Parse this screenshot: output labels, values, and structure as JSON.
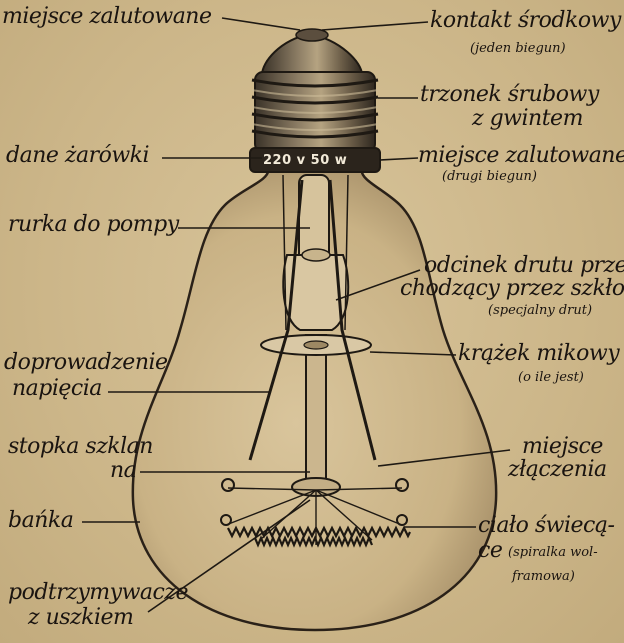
{
  "diagram": {
    "bulb_rating": "220 v 50 w",
    "labels": {
      "solder_top": "miejsce zalutowane",
      "center_contact": "kontakt środkowy",
      "center_contact_note": "(jeden biegun)",
      "screw_base_1": "trzonek śrubowy",
      "screw_base_2": "z gwintem",
      "bulb_data": "dane żarówki",
      "solder_side": "miejsce zalutowane",
      "solder_side_note": "(drugi biegun)",
      "pump_tube": "rurka do pompy",
      "wire_1": "odcinek drutu prze-",
      "wire_2": "chodzący przez szkło",
      "wire_note": "(specjalny drut)",
      "mica_disc": "krążek mikowy",
      "mica_note": "(o ile jest)",
      "supply_1": "doprowadzenie",
      "supply_2": "napięcia",
      "junction_1": "miejsce",
      "junction_2": "złączenia",
      "glass_stem_1": "stopka szklan",
      "glass_stem_2": "na",
      "bulb": "bańka",
      "filament_1": "ciało świecą-",
      "filament_2": "ce",
      "filament_note_1": "(spiralka wol-",
      "filament_note_2": "framowa)",
      "supports_1": "podtrzymywacze",
      "supports_2": "z uszkiem"
    }
  }
}
